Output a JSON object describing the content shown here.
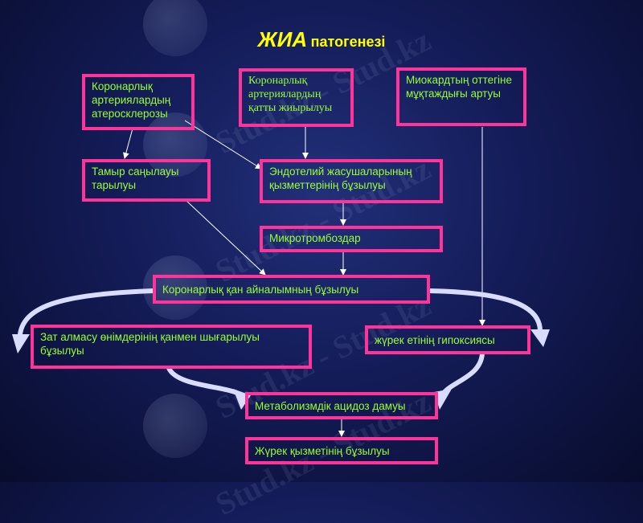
{
  "title": {
    "main": "ЖИА",
    "sub": "патогенезі"
  },
  "nodes": {
    "coronary_atherosclerosis": "Коронарлық артериялардың атеросклерозы",
    "coronary_spasm": "Коронарлық артериялардың қатты жиырылуы",
    "myocardial_oxygen_demand": "Миокардтың оттегіне мұқтаждығы артуы",
    "vessel_narrowing": "Тамыр саңылауы тарылуы",
    "endothelial_dysfunction": "Эндотелий жасушаларының қызметтерінің бұзылуы",
    "microthrombi": "Микротромбоздар",
    "coronary_circulation": "Коронарлық қан айналымның бұзылуы",
    "metabolite_removal": "Зат алмасу өнімдерінің қанмен шығарылуы бұзылуы",
    "myocardial_hypoxia": "жүрек етінің гипоксиясы",
    "metabolic_acidosis": "Метаболизмдік ацидоз дамуы",
    "cardiac_dysfunction": "Жүрек қызметінің бұзылуы"
  },
  "watermark": "Stud.kz - Stud.kz",
  "colors": {
    "border": "#ff3399",
    "text": "#99ff33",
    "title": "#ffff00",
    "arrow": "#ffffff",
    "curve": "#d8dcff"
  }
}
